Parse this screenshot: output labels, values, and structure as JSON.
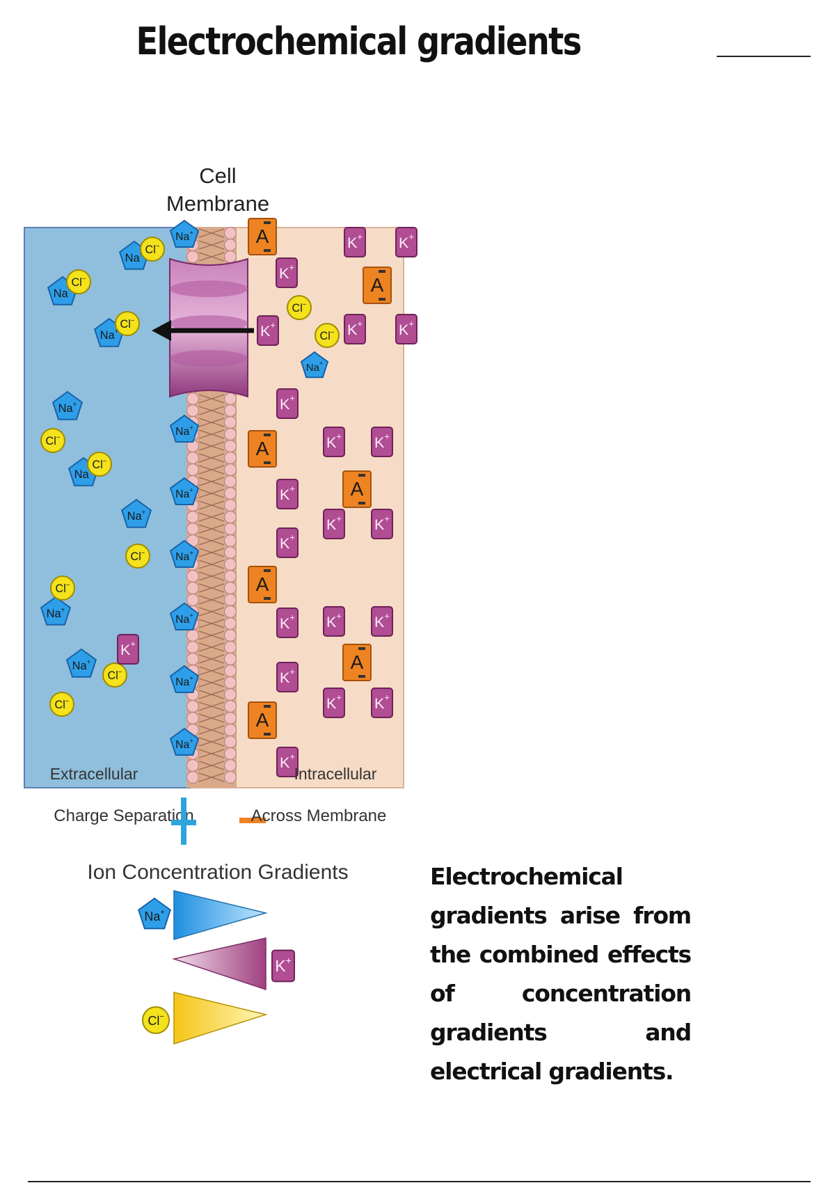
{
  "title": "Electrochemical gradients",
  "membrane_label_line1": "Cell",
  "membrane_label_line2": "Membrane",
  "extracellular_label": "Extracellular",
  "intracellular_label": "Intracellular",
  "legend": {
    "charge_separation": "Charge Separation",
    "across_membrane": "Across Membrane"
  },
  "gradients_title": "Ion Concentration Gradients",
  "ions": {
    "na": "Na+",
    "cl": "Cl-",
    "k": "K+",
    "a": "A"
  },
  "description": "Electrochemical gradients arise from the combined effects of concentration gradients and electrical gradients.",
  "colors": {
    "extracellular": "#8fbfdc",
    "intracellular": "#f6dcc6",
    "sodium": "#2e9ee8",
    "chloride": "#f3e21c",
    "potassium": "#b14d93",
    "anion": "#ee8322",
    "channel": "#9a3f86"
  }
}
